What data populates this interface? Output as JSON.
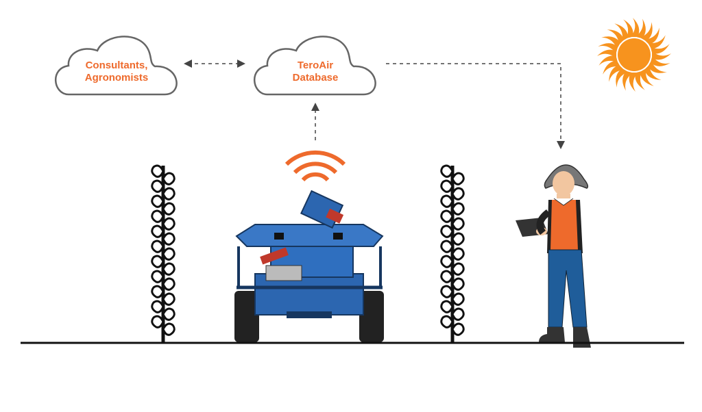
{
  "nodes": {
    "consultants": {
      "line1": "Consultants,",
      "line2": "Agronomists"
    },
    "database": {
      "line1": "TeroAir",
      "line2": "Database"
    }
  },
  "colors": {
    "accent": "#ee6a2c",
    "robot": "#2c66b0",
    "cloud_stroke": "#666666",
    "arrow": "#444444",
    "sun": "#f7931e"
  },
  "icons": [
    "cloud-icon",
    "sun-icon",
    "wifi-icon",
    "robot-illustration",
    "plant-icon",
    "farmer-illustration"
  ]
}
